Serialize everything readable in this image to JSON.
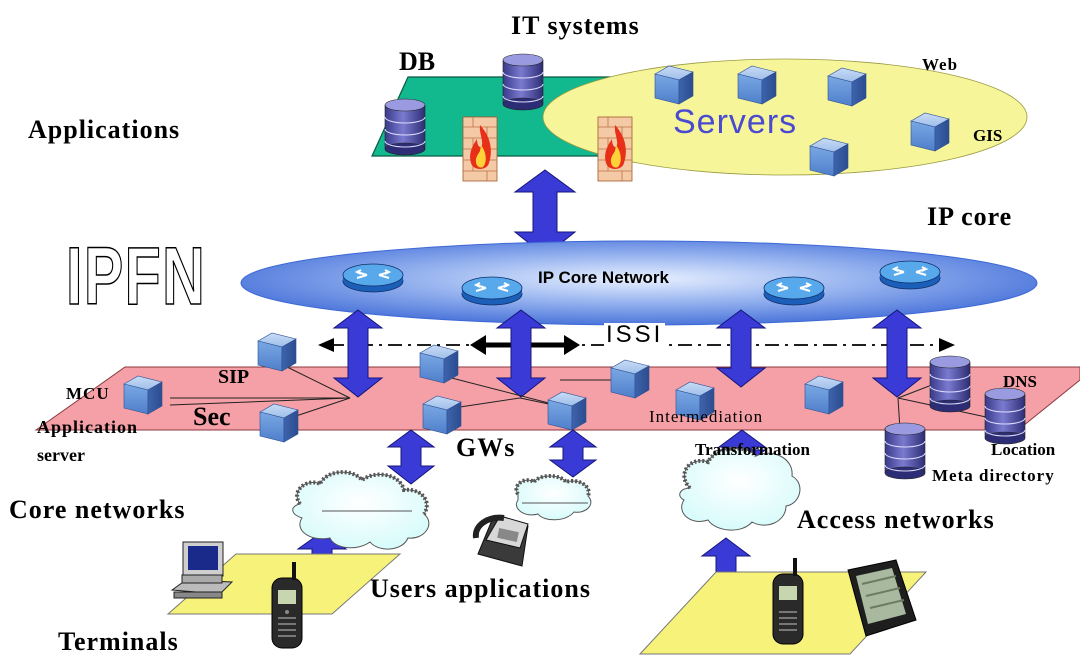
{
  "labels": {
    "it_systems": "IT systems",
    "db": "DB",
    "web": "Web",
    "applications": "Applications",
    "servers": "Servers",
    "gis": "GIS",
    "ip_core": "IP core",
    "ipfn": "IPFN",
    "ip_core_network": "IP Core Network",
    "issi": "ISSI",
    "dns": "DNS",
    "mcu": "MCU",
    "sip": "SIP",
    "sec": "Sec",
    "application_server_line1": "Application",
    "application_server_line2": "server",
    "intermediation": "Intermediation",
    "gws": "GWs",
    "transformation": "Transformation",
    "location": "Location",
    "meta_directory": "Meta directory",
    "core_networks": "Core networks",
    "access_networks": "Access networks",
    "users_applications": "Users applications",
    "terminals": "Terminals"
  },
  "colors": {
    "servers_ellipse": "#f6f59a",
    "it_platform": "#12b88e",
    "ip_core_cloud": "#4a78e0",
    "gateway_plane": "#f4a0a6",
    "arrows": "#3a3ad6",
    "cubes": "#6f9fe0",
    "terminal_plane": "#f7f37a"
  }
}
